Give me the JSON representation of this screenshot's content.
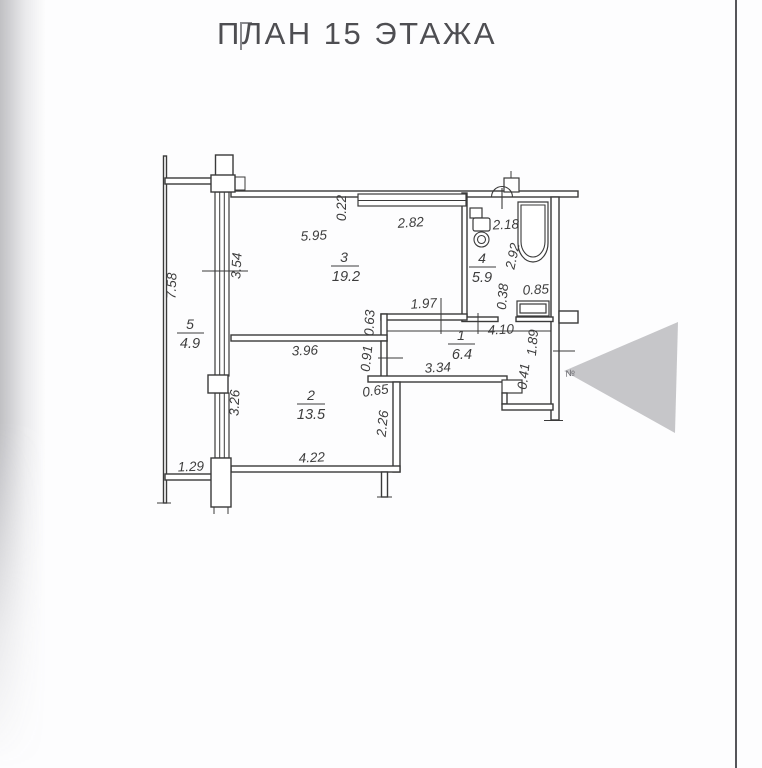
{
  "title": "ПЛАН 15 ЭТАЖА",
  "watermark": {
    "label": "№"
  },
  "rooms": {
    "room1": {
      "number": "1",
      "area": "6.4"
    },
    "room2": {
      "number": "2",
      "area": "13.5"
    },
    "room3": {
      "number": "3",
      "area": "19.2"
    },
    "room4": {
      "number": "4",
      "area": "5.9"
    },
    "room5": {
      "number": "5",
      "area": "4.9"
    }
  },
  "dimensions": {
    "balcony_length": "7.58",
    "balcony_bottom": "1.29",
    "room3_left_side": "3.54",
    "room3_width": "5.95",
    "window_offset": "0.22",
    "window_width": "2.82",
    "bath_width": "2.18",
    "bath_depth": "2.92",
    "bath_niche_depth": "0.38",
    "bath_niche_width": "0.85",
    "hall_top": "1.97",
    "hall_width": "4.10",
    "entry_wall": "1.89",
    "wall_seg_063": "0.63",
    "wall_seg_091": "0.91",
    "hall_bottom": "3.34",
    "entry_side": "0.41",
    "room2_top": "3.96",
    "wall_seg_065": "0.65",
    "room2_left": "3.26",
    "room2_right": "2.26",
    "room2_bottom": "4.22"
  },
  "colors": {
    "line": "#3a3a3a",
    "watermark": "#c6c6c9",
    "title": "#4e4e52"
  }
}
